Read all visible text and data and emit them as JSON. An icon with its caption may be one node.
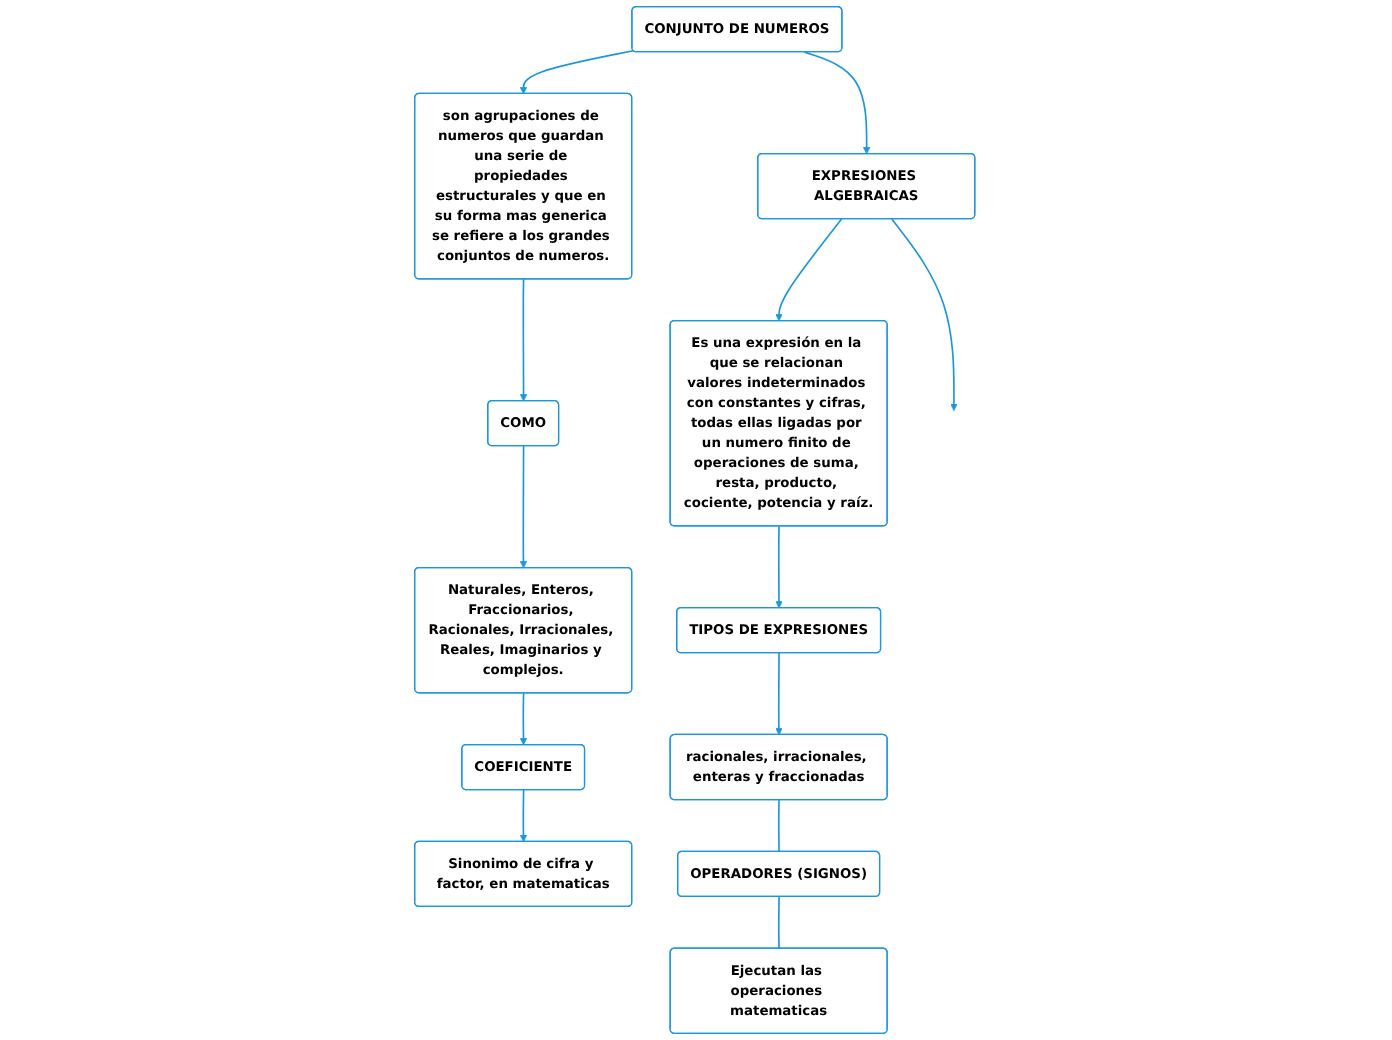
{
  "diagram": {
    "nodes": [
      {
        "text": [
          "CONJUNTO DE NUMEROS"
        ]
      },
      {
        "text": [
          "son agrupaciones de numeros que guardan una serie de propiedades estructurales y que en su forma mas generica se refiere a los grandes conjuntos de numeros."
        ]
      },
      {
        "text": [
          "COMO"
        ]
      },
      {
        "text": [
          "Naturales, Enteros, Fraccionarios, Racionales, Irracionales, Reales, Imaginarios y complejos."
        ]
      },
      {
        "text": [
          "COEFICIENTE"
        ]
      },
      {
        "text": [
          "Sinonimo de cifra y factor, en matematicas"
        ]
      },
      {
        "text": [
          "EXPRESIONES ALGEBRAICAS"
        ]
      },
      {
        "text": [
          "Es una expresión en la que se relacionan valores indeterminados con constantes y cifras, todas ellas ligadas por un numero finito de operaciones de suma, resta, producto, cociente, potencia y raíz."
        ]
      },
      {
        "text": [
          "TIPOS DE EXPRESIONES"
        ]
      },
      {
        "text": [
          "racionales, irracionales, enteras y fraccionadas"
        ]
      },
      {
        "text": [
          "OPERADORES (SIGNOS)"
        ]
      },
      {
        "text": [
          "Ejecutan las operaciones matematicas"
        ]
      }
    ],
    "edges": [
      {
        "from": 0,
        "to": 6,
        "arrow": "to"
      },
      {
        "from": 0,
        "to": 1,
        "arrow": "to"
      },
      {
        "from": 1,
        "to": 2,
        "arrow": "to"
      },
      {
        "from": 2,
        "to": 3,
        "arrow": "to"
      },
      {
        "from": 3,
        "to": 4,
        "arrow": "to"
      },
      {
        "from": 4,
        "to": 5,
        "arrow": "to"
      },
      {
        "from": 6,
        "to": null,
        "arrow": "to"
      },
      {
        "from": 6,
        "to": 7,
        "arrow": "to"
      },
      {
        "from": 7,
        "to": 8,
        "arrow": "to"
      },
      {
        "from": 8,
        "to": 9,
        "arrow": "to"
      },
      {
        "from": 9,
        "to": 10,
        "arrow": "none"
      },
      {
        "from": 10,
        "to": 11,
        "arrow": "none"
      }
    ]
  }
}
